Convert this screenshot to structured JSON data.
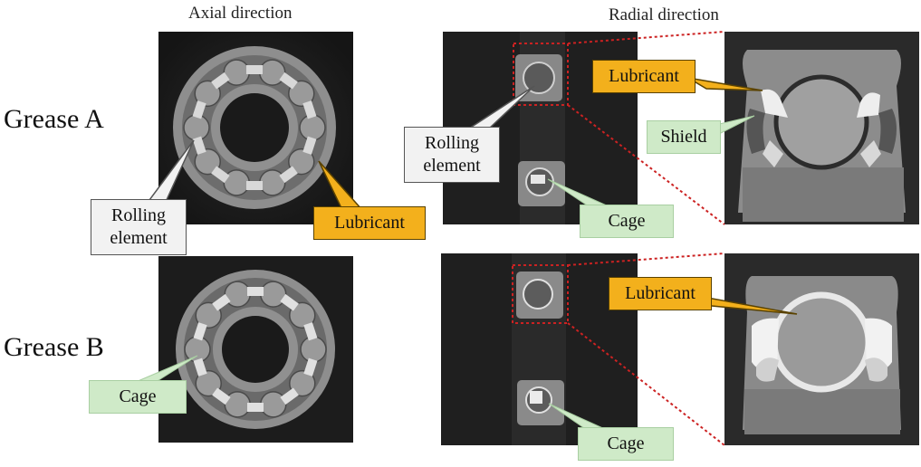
{
  "headers": {
    "axial": "Axial direction",
    "radial": "Radial direction"
  },
  "rows": [
    {
      "label": "Grease A"
    },
    {
      "label": "Grease B"
    }
  ],
  "callouts": {
    "a_axial_rolling": "Rolling\nelement",
    "a_axial_lubricant": "Lubricant",
    "a_radial_rolling": "Rolling\nelement",
    "a_radial_cage": "Cage",
    "a_zoom_lubricant": "Lubricant",
    "a_zoom_shield": "Shield",
    "b_axial_cage": "Cage",
    "b_radial_cage": "Cage",
    "b_zoom_lubricant": "Lubricant"
  },
  "colors": {
    "callout_yellow": "#f3b01c",
    "callout_green": "#cfeac8",
    "callout_grey": "#f2f2f2",
    "zoom_marker": "#cc2222"
  }
}
